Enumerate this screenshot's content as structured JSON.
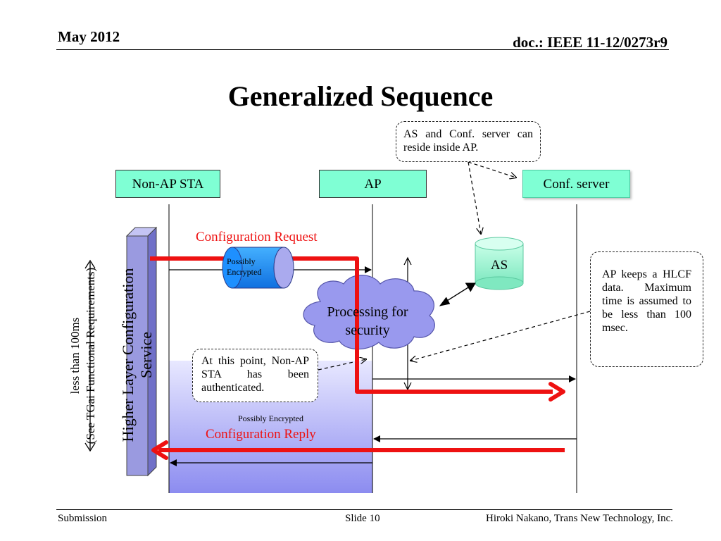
{
  "header": {
    "date": "May 2012",
    "doc": "doc.: IEEE 11-12/0273r9"
  },
  "title": "Generalized Sequence",
  "entities": {
    "sta": "Non-AP STA",
    "ap": "AP",
    "conf_server": "Conf. server",
    "as": "AS"
  },
  "notes": {
    "as_conf": "AS and Conf. server can reside inside AP.",
    "hlcf": "AP keeps a HLCF data. Maximum time is assumed to be less than 100 msec.",
    "authenticated": "At this point, Non-AP STA has been authenticated."
  },
  "labels": {
    "config_request": "Configuration Request",
    "config_reply": "Configuration Reply",
    "possibly_encrypted_small": "Possibly Encrypted",
    "possibly_encrypted": "Possibly Encrypted",
    "processing": "Processing for security",
    "higher_layer": "Higher Layer Configuration Service",
    "less_than_line1": "less than 100ms",
    "less_than_line2": "(See TGai Functional Requirements)"
  },
  "footer": {
    "left": "Submission",
    "center": "Slide 10",
    "right": "Hiroki Nakano, Trans New Technology, Inc."
  },
  "colors": {
    "accent_red": "#ee1111",
    "entity_fill": "#7fffd4",
    "service_bar": "#9a9ae0",
    "cylinder_blue": "#1e90ff",
    "cloud": "#9999ee"
  }
}
